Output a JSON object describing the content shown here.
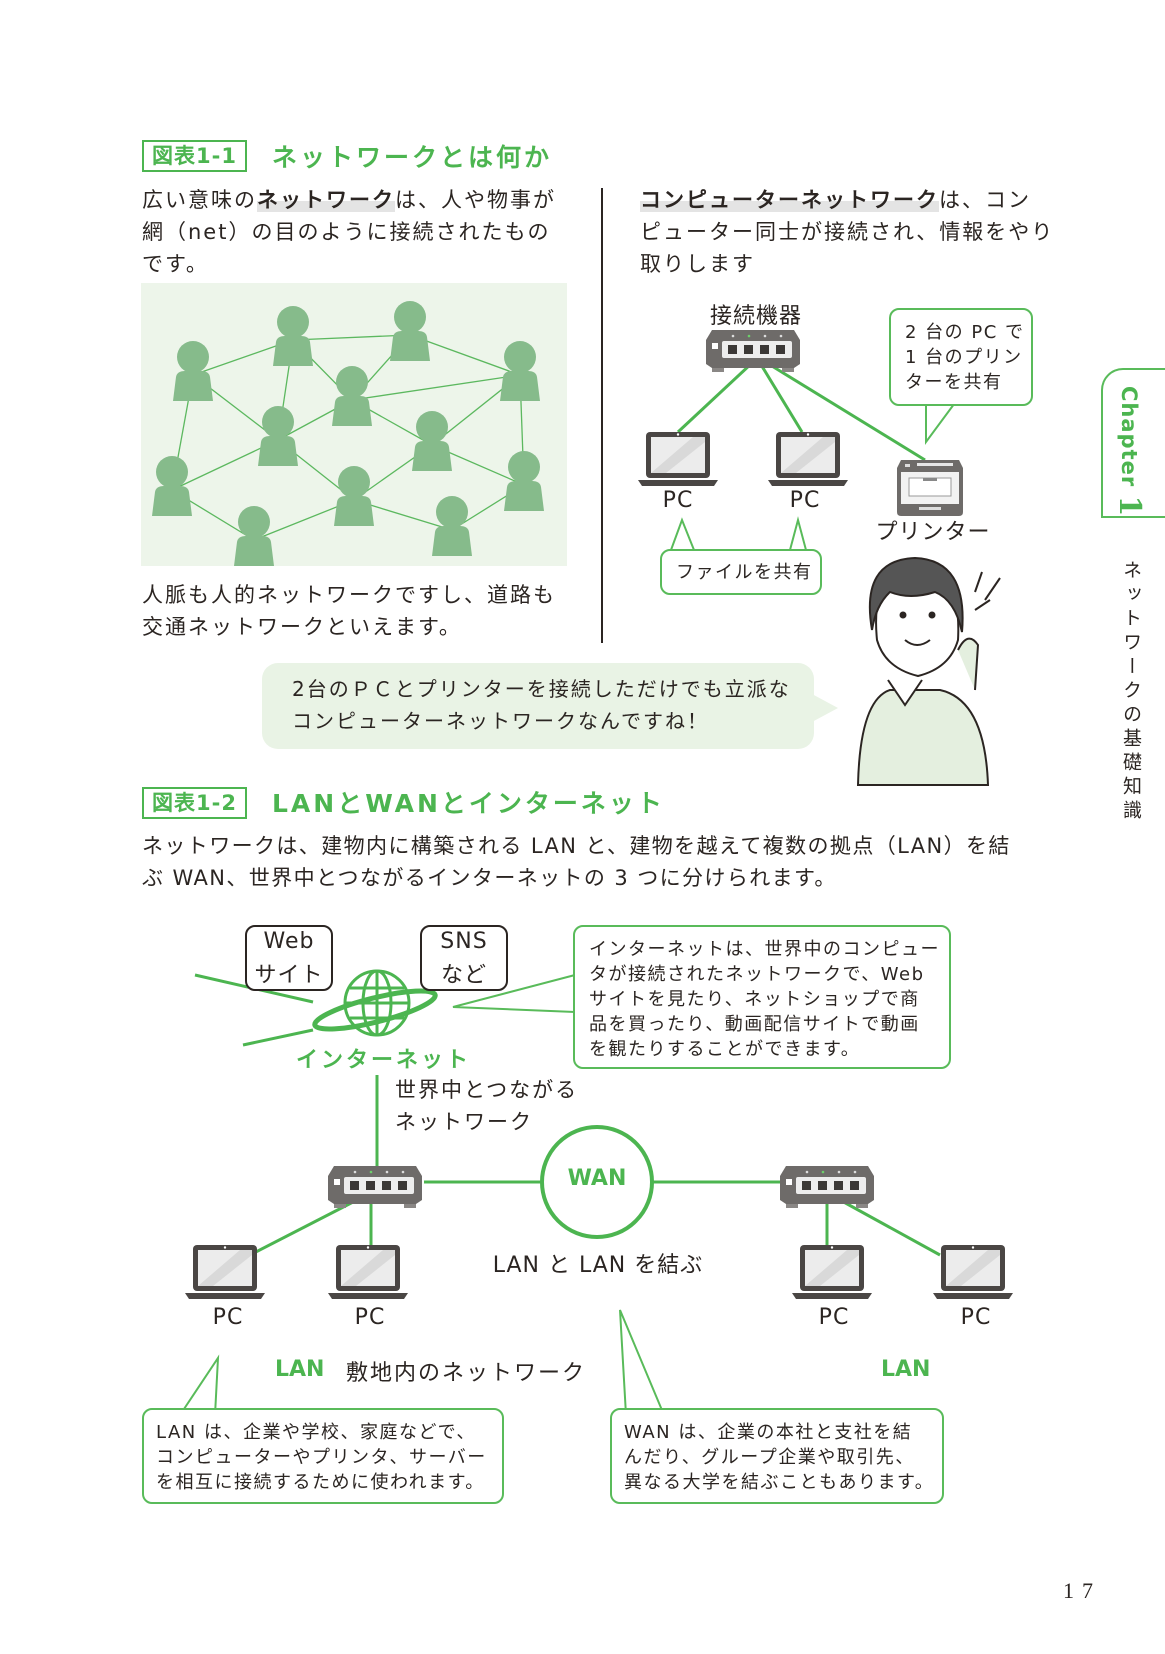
{
  "figure1": {
    "tag": "図表1-1",
    "title": "ネットワークとは何か",
    "left": {
      "intro_prefix": "広い意味の",
      "intro_highlight": "ネットワーク",
      "intro_line1_suffix": "は、人や物事が",
      "intro_line2": "網（net）の目のように接続されたもの",
      "intro_line3": "です。",
      "caption_line1": "人脈も人的ネットワークですし、道路も",
      "caption_line2": "交通ネットワークといえます。"
    },
    "right": {
      "intro_highlight": "コンピューターネットワーク",
      "intro_line1_suffix": "は、コン",
      "intro_line2": "ピューター同士が接続され、情報をやり",
      "intro_line3": "取りします",
      "device_label": "接続機器",
      "pc_label_1": "PC",
      "pc_label_2": "PC",
      "printer_label": "プリンター",
      "share_file_callout": "ファイルを共有",
      "share_printer_callout": [
        "2 台の PC で",
        "1 台のプリン",
        "ターを共有"
      ]
    },
    "speech_bubble": [
      "2台のＰＣとプリンターを接続しただけでも立派な",
      "コンピューターネットワークなんですね！"
    ]
  },
  "figure2": {
    "tag": "図表1-2",
    "title": "LANとWANとインターネット",
    "intro_line1": "ネットワークは、建物内に構築される LAN と、建物を越えて複数の拠点（LAN）を結",
    "intro_line2": "ぶ WAN、世界中とつながるインターネットの 3 つに分けられます。",
    "web_box": [
      "Web",
      "サイト"
    ],
    "sns_box": [
      "SNS",
      "など"
    ],
    "internet_label": "インターネット",
    "internet_desc": [
      "世界中とつながる",
      "ネットワーク"
    ],
    "internet_callout": [
      "インターネットは、世界中のコンピュー",
      "タが接続されたネットワークで、Web",
      "サイトを見たり、ネットショップで商",
      "品を買ったり、動画配信サイトで動画",
      "を観たりすることができます。"
    ],
    "wan_label": "WAN",
    "wan_desc": "LAN と LAN を結ぶ",
    "lan_left": {
      "pc1": "PC",
      "pc2": "PC",
      "label": "LAN",
      "desc": "敷地内のネットワーク"
    },
    "lan_right": {
      "pc1": "PC",
      "pc2": "PC",
      "label": "LAN"
    },
    "lan_callout": [
      "LAN は、企業や学校、家庭などで、",
      "コンピューターやプリンタ、サーバー",
      "を相互に接続するために使われます。"
    ],
    "wan_callout": [
      "WAN は、企業の本社と支社を結",
      "んだり、グループ企業や取引先、",
      "異なる大学を結ぶこともあります。"
    ]
  },
  "sidebar": {
    "chapter_word": "Chapter",
    "chapter_number": "1",
    "section_title": "ネットワークの基礎知識"
  },
  "page_number": "17",
  "colors": {
    "accent": "#4cb550",
    "person": "#86bb8b",
    "panel_bg": "#edf5ea",
    "device": "#6e6b69"
  }
}
